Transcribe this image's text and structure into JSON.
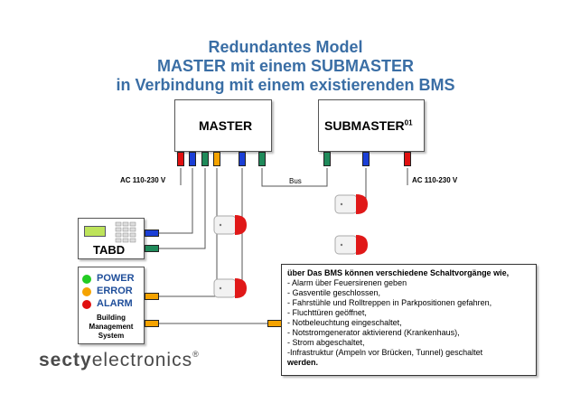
{
  "title": {
    "line1": "Redundantes Model",
    "line2": "MASTER mit einem SUBMASTER",
    "line3": "in Verbindung mit einem existierenden BMS"
  },
  "master": {
    "label": "MASTER"
  },
  "submaster": {
    "label": "SUBMASTER",
    "superscript": "01"
  },
  "power": {
    "left": "AC 110-230 V",
    "right": "AC 110-230 V"
  },
  "bus": {
    "label": "Bus"
  },
  "tabd": {
    "label": "TABD"
  },
  "bms": {
    "legend": [
      {
        "label": "POWER",
        "color": "#22cc22"
      },
      {
        "label": "ERROR",
        "color": "#f5a300"
      },
      {
        "label": "ALARM",
        "color": "#e01010"
      }
    ],
    "name_line1": "Building",
    "name_line2": "Management",
    "name_line3": "System"
  },
  "info": {
    "heading": "über Das BMS können verschiedene Schaltvorgänge wie,",
    "items": [
      "- Alarm über Feuersirenen geben",
      "- Gasventile geschlossen,",
      "- Fahrstühle und Rolltreppen in Parkpositionen gefahren,",
      "- Fluchttüren geöffnet,",
      "- Notbeleuchtung eingeschaltet,",
      "- Notstromgenerator aktivierend (Krankenhaus),",
      "- Strom abgeschaltet,",
      "-Infrastruktur (Ampeln vor Brücken, Tunnel) geschaltet"
    ],
    "footer": "werden."
  },
  "logo": {
    "part1": "secty",
    "part2": "electronics",
    "mark": "®"
  },
  "colors": {
    "title": "#3a6ea5",
    "port_red": "#e01010",
    "port_blue": "#1b3fd6",
    "port_green": "#1f8a5a",
    "port_orange": "#f5a300",
    "wire": "#555555"
  }
}
